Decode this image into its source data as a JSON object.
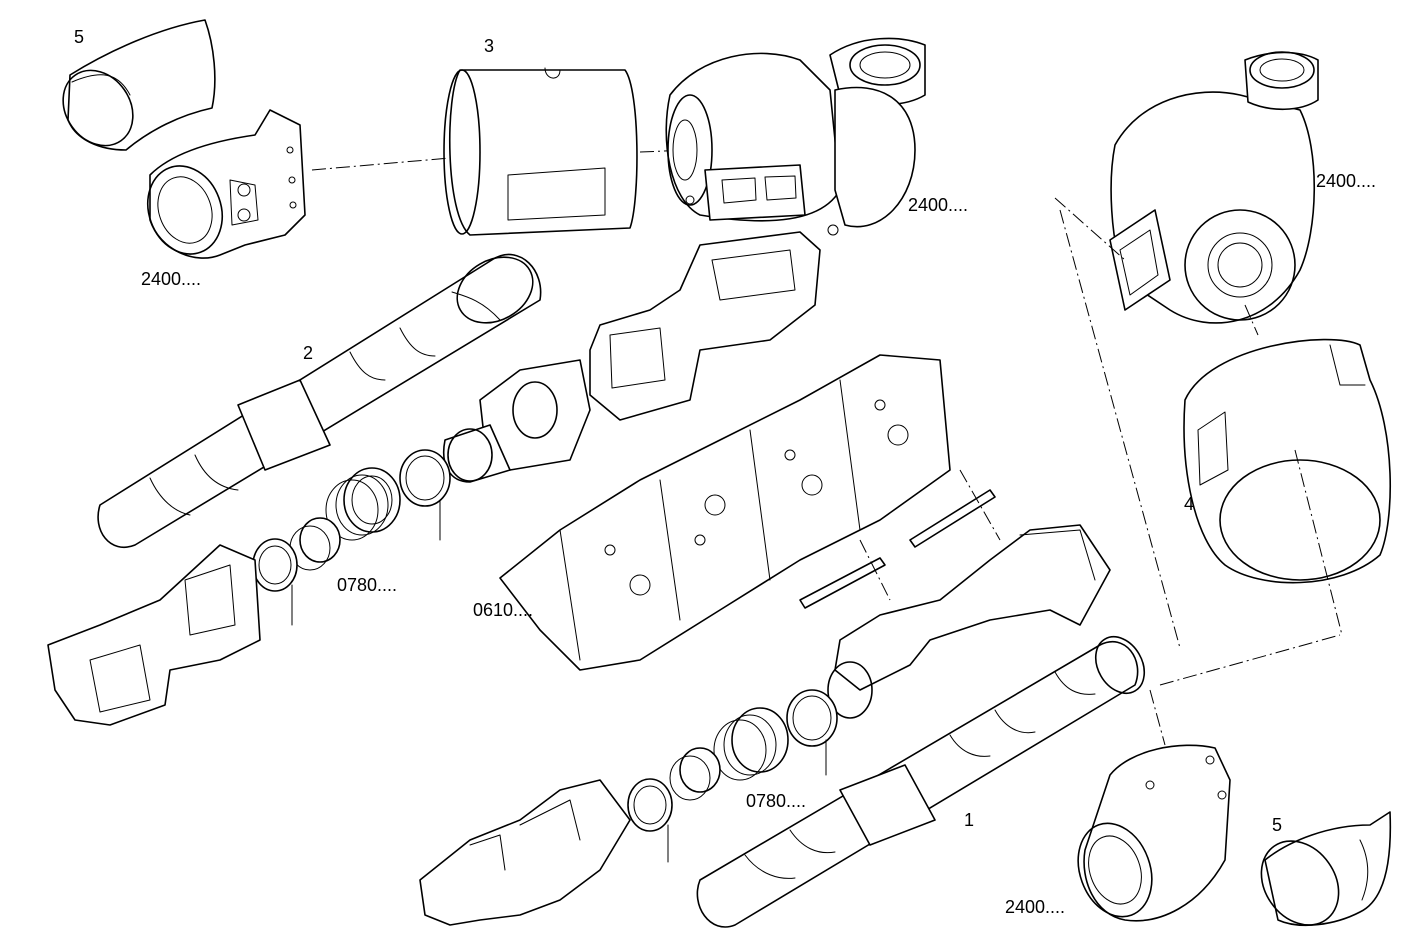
{
  "diagram": {
    "callouts": {
      "c1": "1",
      "c2": "2",
      "c3": "3",
      "c4": "4",
      "c5a": "5",
      "c5b": "5",
      "p2400_turbo_top": "2400....",
      "p2400_elbow_top": "2400....",
      "p2400_turbo_right": "2400....",
      "p2400_elbow_bottom": "2400....",
      "p0780_upper": "0780....",
      "p0780_lower": "0780....",
      "p0610": "0610...."
    }
  }
}
